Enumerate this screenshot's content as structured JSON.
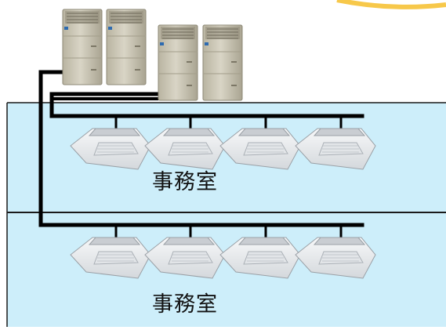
{
  "floors": [
    {
      "room_label": "事務室",
      "indoor_units": 4
    },
    {
      "room_label": "事務室",
      "indoor_units": 4
    }
  ],
  "outdoor_units": 4,
  "colors": {
    "room_fill": "#cdeefa",
    "floor_line": "#1a1a1a",
    "pipe": "#000000",
    "outdoor_unit_body": "#c9c4b2",
    "indoor_unit_body": "#e9ecef",
    "highlight_arc": "#f7c84a"
  },
  "icons": {
    "outdoor_unit": "vrf-outdoor-unit-icon",
    "indoor_unit": "ceiling-cassette-unit-icon"
  }
}
